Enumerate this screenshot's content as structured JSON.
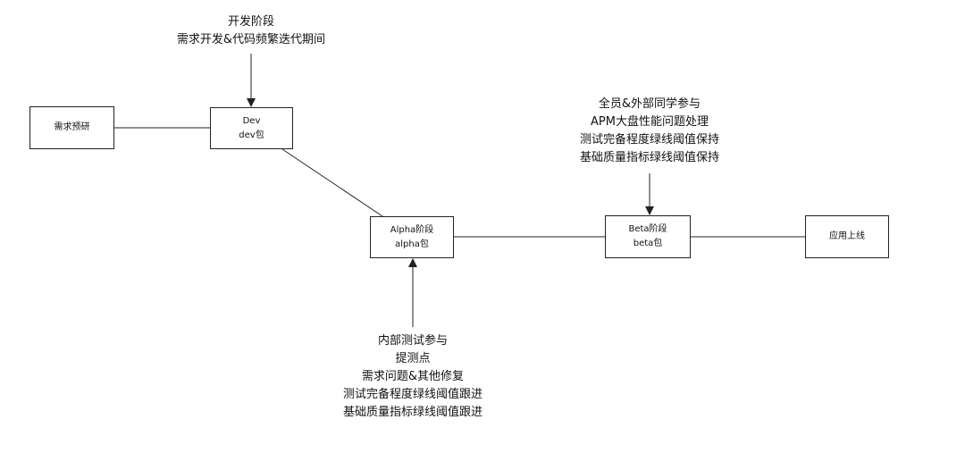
{
  "colors": {
    "line": "#222222",
    "box_border": "#222222",
    "background": "#ffffff",
    "text": "#111111"
  },
  "nodes": {
    "research": {
      "lines": [
        "需求预研"
      ]
    },
    "dev": {
      "lines": [
        "Dev",
        "dev包"
      ]
    },
    "alpha": {
      "lines": [
        "Alpha阶段",
        "alpha包"
      ]
    },
    "beta": {
      "lines": [
        "Beta阶段",
        "beta包"
      ]
    },
    "launch": {
      "lines": [
        "应用上线"
      ]
    }
  },
  "notes": {
    "dev_stage": {
      "lines": [
        "开发阶段",
        "需求开发&代码频繁迭代期间"
      ]
    },
    "beta_stage": {
      "lines": [
        "全员&外部同学参与",
        "APM大盘性能问题处理",
        "测试完备程度绿线阈值保持",
        "基础质量指标绿线阈值保持"
      ]
    },
    "alpha_stage": {
      "lines": [
        "内部测试参与",
        "提测点",
        "需求问题&其他修复",
        "测试完备程度绿线阈值跟进",
        "基础质量指标绿线阈值跟进"
      ]
    }
  }
}
